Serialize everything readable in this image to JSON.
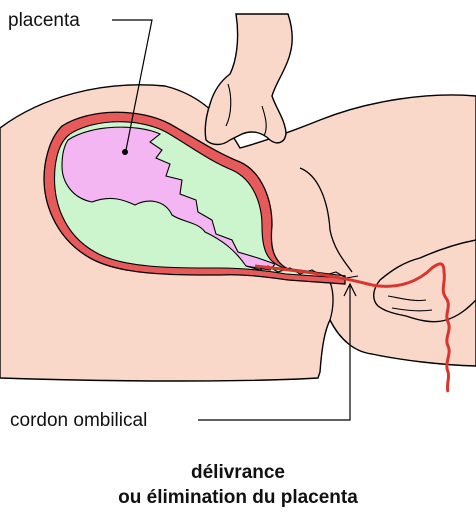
{
  "labels": {
    "placenta": "placenta",
    "cord": "cordon ombilical"
  },
  "caption": {
    "line1": "délivrance",
    "line2": "ou élimination du placenta"
  },
  "colors": {
    "skin": "#f9d7c9",
    "uterus_wall": "#e65a5a",
    "placenta": "#f3b6f3",
    "amniotic": "#cdf5cd",
    "cord": "#d9352f",
    "outline": "#000000",
    "background": "#ffffff"
  }
}
